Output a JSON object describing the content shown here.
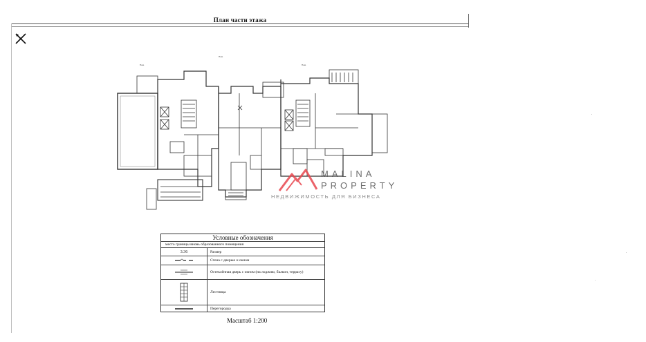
{
  "document": {
    "title": "План части этажа",
    "watermark": {
      "brand_line1": "MALINA",
      "brand_line2": "PROPERTY",
      "tagline": "НЕДВИЖИМОСТЬ ДЛЯ БИЗНЕСА",
      "accent_color": "#e8474f"
    },
    "legend": {
      "title": "Условные обозначения",
      "subtitle": "место границы вновь образованного помещения",
      "rows": [
        {
          "symbol": "3.36",
          "label": "Размер"
        },
        {
          "symbol": "",
          "label": "Стена с дверью и окном"
        },
        {
          "symbol": "",
          "label": "Остеклённая дверь с окном (на лоджию, балкон, террасу)"
        },
        {
          "symbol": "",
          "label": "Лестница"
        },
        {
          "symbol": "",
          "label": "Перегородка"
        }
      ]
    },
    "scale": "Масштаб 1:200"
  }
}
